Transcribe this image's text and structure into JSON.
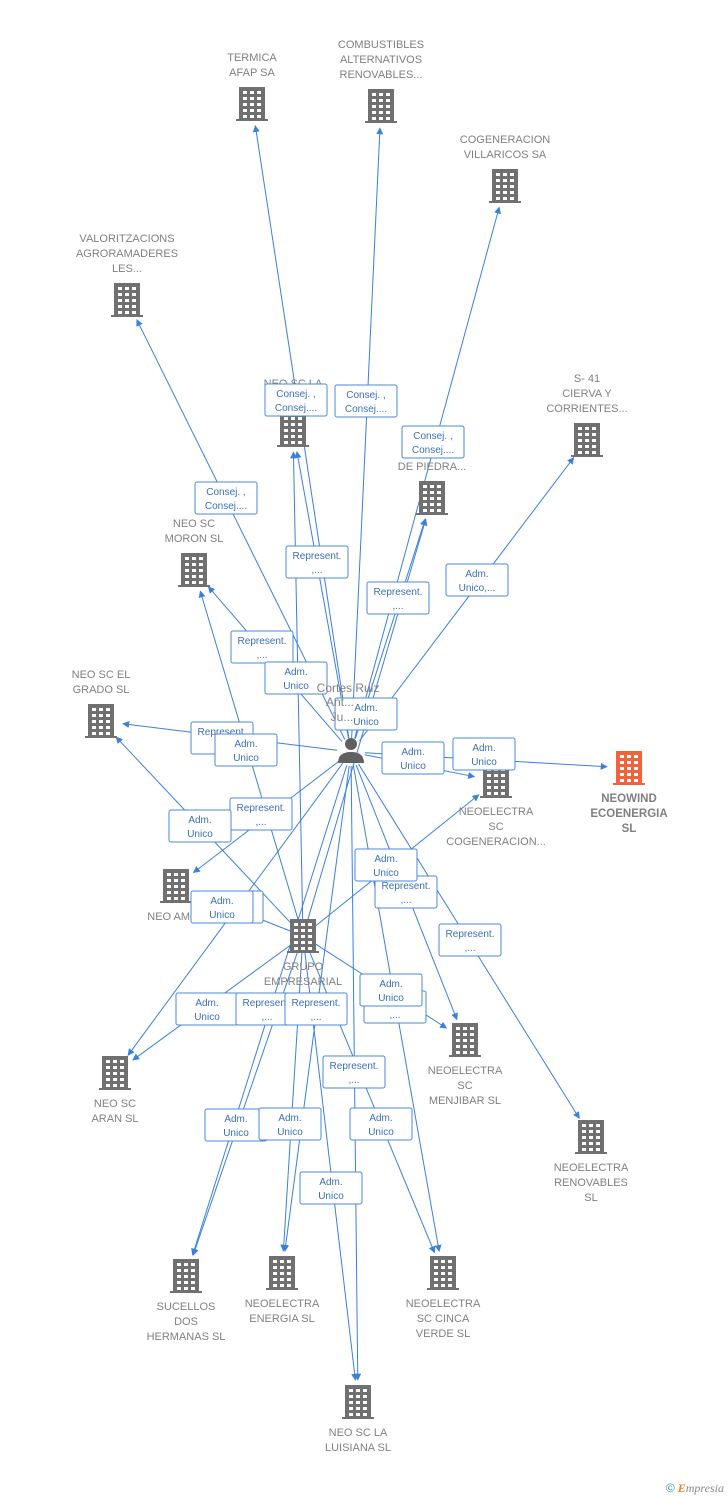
{
  "center": {
    "name_lines": [
      "Cortes Ruiz",
      "Ant...",
      "Ju..."
    ]
  },
  "nodes": [
    {
      "id": "termica",
      "lines": [
        "TERMICA",
        "AFAP SA"
      ],
      "main": false
    },
    {
      "id": "combustibles",
      "lines": [
        "COMBUSTIBLES",
        "ALTERNATIVOS",
        "RENOVABLES..."
      ],
      "main": false
    },
    {
      "id": "cogeneracion",
      "lines": [
        "COGENERACION",
        "VILLARICOS SA"
      ],
      "main": false
    },
    {
      "id": "valoritzacions",
      "lines": [
        "VALORITZACIONS",
        "AGRORAMADERES",
        "LES..."
      ],
      "main": false
    },
    {
      "id": "s41",
      "lines": [
        "S- 41",
        "CIERVA Y",
        "CORRIENTES..."
      ],
      "main": false
    },
    {
      "id": "neoscla",
      "lines": [
        "NEO SC LA",
        "..."
      ],
      "main": false
    },
    {
      "id": "piedra",
      "lines": [
        "NEO SC LA",
        "S...",
        "DE PIEDRA..."
      ],
      "main": false
    },
    {
      "id": "moron",
      "lines": [
        "NEO SC",
        "MORON SL"
      ],
      "main": false
    },
    {
      "id": "grado",
      "lines": [
        "NEO SC EL",
        "GRADO SL"
      ],
      "main": false
    },
    {
      "id": "neowind",
      "lines": [
        "NEOWIND",
        "ECOENERGIA",
        "SL"
      ],
      "main": true
    },
    {
      "id": "cogen2",
      "lines": [
        "NEOELECTRA",
        "SC",
        "COGENERACION..."
      ],
      "main": false
    },
    {
      "id": "ames",
      "lines": [
        "NEO AMES"
      ],
      "main": false
    },
    {
      "id": "grupo",
      "lines": [
        "GRUPO",
        "EMPRESARIAL",
        "NEO..."
      ],
      "main": false
    },
    {
      "id": "aran",
      "lines": [
        "NEO SC",
        "ARAN SL"
      ],
      "main": false
    },
    {
      "id": "menjibar",
      "lines": [
        "NEOELECTRA",
        "SC",
        "MENJIBAR SL"
      ],
      "main": false
    },
    {
      "id": "renovables",
      "lines": [
        "NEOELECTRA",
        "RENOVABLES",
        "SL"
      ],
      "main": false
    },
    {
      "id": "sucellos",
      "lines": [
        "SUCELLOS",
        "DOS",
        "HERMANAS SL"
      ],
      "main": false
    },
    {
      "id": "energia",
      "lines": [
        "NEOELECTRA",
        "ENERGIA SL"
      ],
      "main": false
    },
    {
      "id": "cinca",
      "lines": [
        "NEOELECTRA",
        "SC CINCA",
        "VERDE SL"
      ],
      "main": false
    },
    {
      "id": "luisiana",
      "lines": [
        "NEO SC LA",
        "LUISIANA SL"
      ],
      "main": false
    }
  ],
  "edges": [
    {
      "from": "center",
      "to": "termica",
      "label": [
        "Consej. ,",
        "Consej...."
      ]
    },
    {
      "from": "center",
      "to": "combustibles",
      "label": [
        "Consej. ,",
        "Consej...."
      ]
    },
    {
      "from": "center",
      "to": "cogeneracion",
      "label": [
        "Consej. ,",
        "Consej...."
      ]
    },
    {
      "from": "center",
      "to": "valoritzacions",
      "label": [
        "Consej. ,",
        "Consej...."
      ]
    },
    {
      "from": "center",
      "to": "s41",
      "label": [
        "Adm.",
        "Unico,..."
      ]
    },
    {
      "from": "center",
      "to": "neoscla",
      "label": [
        "Represent.",
        ",..."
      ]
    },
    {
      "from": "center",
      "to": "piedra",
      "label": [
        "Represent.",
        ",..."
      ]
    },
    {
      "from": "center",
      "to": "moron",
      "label": [
        "Represent.",
        ",..."
      ]
    },
    {
      "from": "center",
      "to": "grado",
      "label": [
        "Represent.",
        ",..."
      ]
    },
    {
      "from": "center",
      "to": "neowind",
      "label": [
        "Adm.",
        "Unico"
      ]
    },
    {
      "from": "center",
      "to": "cogen2",
      "label": [
        "Adm.",
        "Unico"
      ]
    },
    {
      "from": "center",
      "to": "ames",
      "label": [
        "Represent.",
        ",..."
      ]
    },
    {
      "from": "center",
      "to": "aran",
      "label": [
        "Adm.",
        "Unico"
      ]
    },
    {
      "from": "center",
      "to": "menjibar",
      "label": [
        "Represent.",
        ",..."
      ]
    },
    {
      "from": "center",
      "to": "renovables",
      "label": [
        "Represent.",
        ",..."
      ]
    },
    {
      "from": "center",
      "to": "sucellos",
      "label": [
        "Represent.",
        ",..."
      ]
    },
    {
      "from": "center",
      "to": "energia",
      "label": [
        "Represent.",
        ",..."
      ]
    },
    {
      "from": "center",
      "to": "cinca",
      "label": [
        "Represent.",
        ",..."
      ]
    },
    {
      "from": "center",
      "to": "luisiana",
      "label": [
        "Represent.",
        ",..."
      ]
    },
    {
      "from": "grupo",
      "to": "neoscla",
      "label": [
        "Adm.",
        "Unico"
      ]
    },
    {
      "from": "grupo",
      "to": "piedra",
      "label": [
        "Adm.",
        "Unico"
      ]
    },
    {
      "from": "grupo",
      "to": "moron",
      "label": [
        "Adm.",
        "Unico"
      ]
    },
    {
      "from": "grupo",
      "to": "grado",
      "label": [
        "Adm.",
        "Unico"
      ]
    },
    {
      "from": "grupo",
      "to": "ames",
      "label": [
        "Adm.",
        "Unico"
      ]
    },
    {
      "from": "grupo",
      "to": "aran",
      "label": [
        "Adm.",
        "Unico"
      ]
    },
    {
      "from": "grupo",
      "to": "cogen2",
      "label": [
        "Adm.",
        "Unico"
      ]
    },
    {
      "from": "grupo",
      "to": "menjibar",
      "label": [
        "Adm.",
        "Unico"
      ]
    },
    {
      "from": "grupo",
      "to": "sucellos",
      "label": [
        "Adm.",
        "Unico"
      ]
    },
    {
      "from": "grupo",
      "to": "energia",
      "label": [
        "Adm.",
        "Unico"
      ]
    },
    {
      "from": "grupo",
      "to": "cinca",
      "label": [
        "Adm.",
        "Unico"
      ]
    },
    {
      "from": "grupo",
      "to": "luisiana",
      "label": [
        "Adm.",
        "Unico"
      ]
    }
  ],
  "footer": {
    "copyright": "©",
    "brand_initial": "E",
    "brand_rest": "mpresia"
  },
  "colors": {
    "edge": "#3b80d9",
    "node": "#707070",
    "main_node": "#f0643c"
  }
}
